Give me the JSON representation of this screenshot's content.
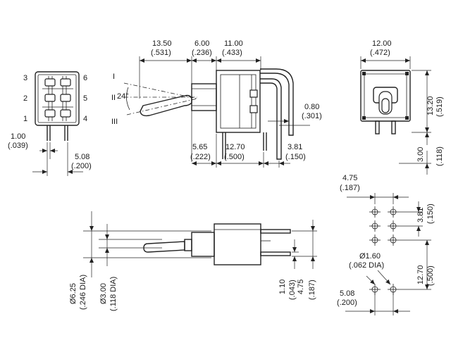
{
  "pin_labels": [
    "3",
    "6",
    "2",
    "5",
    "1",
    "4"
  ],
  "positions": [
    "I",
    "II",
    "III"
  ],
  "angle": "24°",
  "dimensions": {
    "top_13_50": [
      "13.50",
      "(.531)"
    ],
    "top_6_00": [
      "6.00",
      "(.236)"
    ],
    "top_11_00": [
      "11.00",
      "(.433)"
    ],
    "top_12_00": [
      "12.00",
      "(.472)"
    ],
    "right_13_20": [
      "13.20",
      "(.519)"
    ],
    "right_3_00": [
      "3.00",
      "(.118)"
    ],
    "side_0_80": [
      "0.80",
      "(.301)"
    ],
    "bot_5_65": [
      "5.65",
      "(.222)"
    ],
    "bot_12_70": [
      "12.70",
      "(.500)"
    ],
    "bot_3_81": [
      "3.81",
      "(.150)"
    ],
    "left_1_00": [
      "1.00",
      "(.039)"
    ],
    "left_5_08": [
      "5.08",
      "(.200)"
    ],
    "pcb_4_75": [
      "4.75",
      "(.187)"
    ],
    "pcb_3_81": [
      "3.81",
      "(.150)"
    ],
    "pcb_dia": [
      "Ø1.60",
      "(.062 DIA)"
    ],
    "pcb_12_70": [
      "12.70",
      "(.500)"
    ],
    "pcb_5_08": [
      "5.08",
      "(.200)"
    ],
    "front_6_25": [
      "Ø6.25",
      "(.246 DIA)"
    ],
    "front_3_00": [
      "Ø3.00",
      "(.118 DIA)"
    ],
    "front_1_10": [
      "1.10",
      "(.043)"
    ],
    "front_4_75": [
      "4.75",
      "(.187)"
    ]
  }
}
